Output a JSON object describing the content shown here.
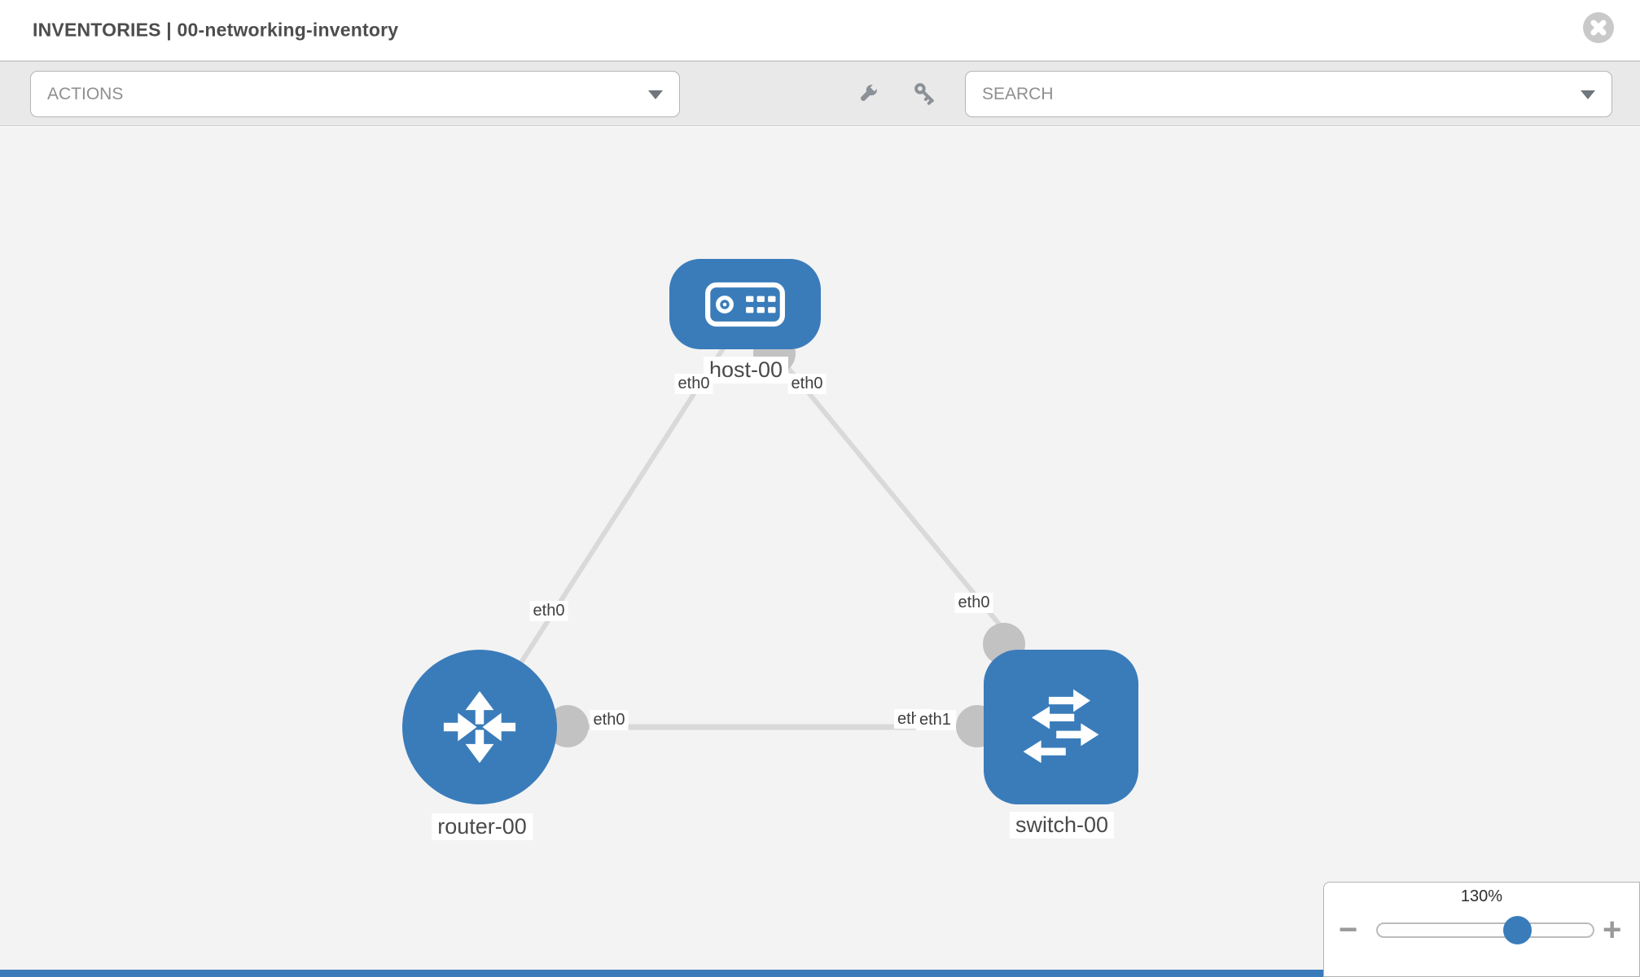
{
  "header": {
    "title": "INVENTORIES | 00-networking-inventory"
  },
  "toolbar": {
    "actions_label": "ACTIONS",
    "search_label": "SEARCH"
  },
  "diagram": {
    "nodes": [
      {
        "id": "host-00",
        "type": "host",
        "label": "host-00"
      },
      {
        "id": "router-00",
        "type": "router",
        "label": "router-00"
      },
      {
        "id": "switch-00",
        "type": "switch",
        "label": "switch-00"
      }
    ],
    "links": [
      {
        "from": "router-00",
        "from_interface": "eth0",
        "to": "host-00",
        "to_interface": "eth0"
      },
      {
        "from": "switch-00",
        "from_interface": "eth0",
        "to": "host-00",
        "to_interface": "eth0"
      },
      {
        "from": "router-00",
        "from_interface": "eth0",
        "to": "switch-00",
        "to_interface": "eth1"
      }
    ],
    "interface_labels": {
      "host_left": "eth0",
      "host_right": "eth0",
      "router_top": "eth0",
      "switch_top": "eth0",
      "router_right": "eth0",
      "switch_left_back": "eth0",
      "switch_left_front": "eth1"
    }
  },
  "zoom_control": {
    "level": "130%",
    "minus_glyph": "−",
    "plus_glyph": "+"
  },
  "icons": {
    "header": [
      "close-icon"
    ],
    "toolbar": [
      "wrench-icon",
      "key-icon",
      "caret-down-icon"
    ],
    "node_icons": [
      "host-server-icon",
      "router-arrows-icon",
      "switch-arrows-icon"
    ],
    "zoom": [
      "minus-icon",
      "plus-icon"
    ]
  },
  "colors": {
    "node_blue": "#3a7cba",
    "link_gray": "#d9d9d9",
    "connector_gray": "#c2c2c2",
    "canvas_bg": "#f3f3f3",
    "toolbar_bg": "#e9e9e9",
    "label_text": "#4a4a4a",
    "placeholder_text": "#8f8f8f",
    "bottom_bar_blue": "#3a7cba"
  }
}
